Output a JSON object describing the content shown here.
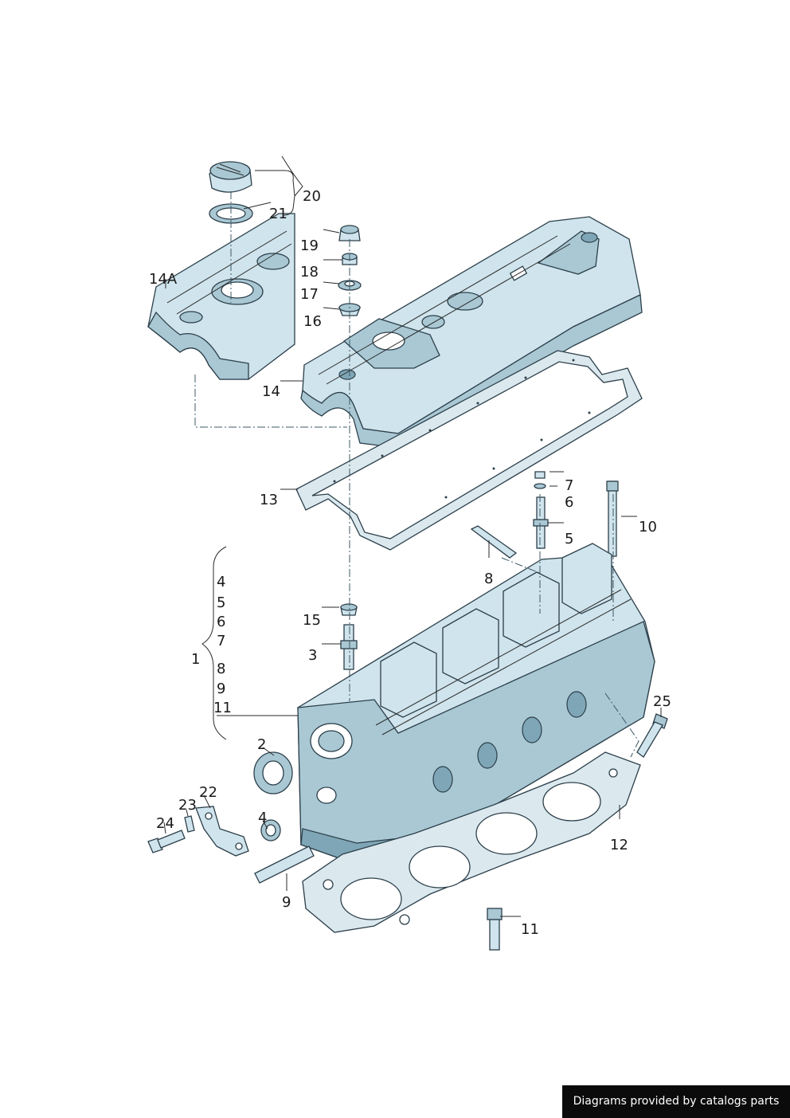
{
  "callouts": {
    "c20": "20",
    "c21": "21",
    "c19": "19",
    "c18": "18",
    "c17": "17",
    "c16": "16",
    "c14a": "14A",
    "c14": "14",
    "c13": "13",
    "c7a": "7",
    "c6a": "6",
    "c10": "10",
    "c5a": "5",
    "c8a": "8",
    "c15": "15",
    "c3": "3",
    "c1": "1",
    "group": [
      "4",
      "5",
      "6",
      "7",
      "8",
      "9",
      "11"
    ],
    "c25": "25",
    "c2": "2",
    "c22": "22",
    "c23": "23",
    "c24": "24",
    "c4b": "4",
    "c12": "12",
    "c9b": "9",
    "c11b": "11"
  },
  "credit": "Diagrams provided by catalogs parts",
  "colors": {
    "part_fill": "#cfe4ec",
    "part_shade": "#a9c8d4",
    "outline": "#2c3f4a",
    "banner_bg": "#0b0b0b",
    "banner_text": "#ffffff"
  }
}
